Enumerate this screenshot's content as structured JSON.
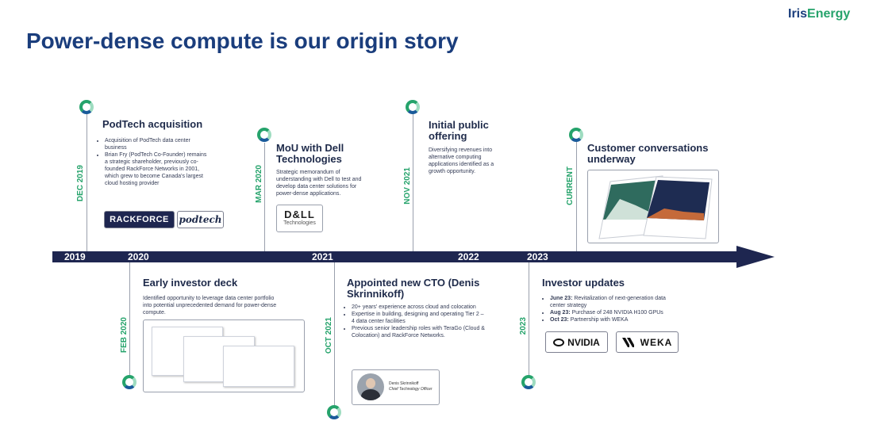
{
  "header": {
    "title": "Power-dense compute is our origin story",
    "logo_iris": "Iris",
    "logo_energy": "Energy"
  },
  "timeline": {
    "years": [
      "2019",
      "2020",
      "2021",
      "2022",
      "2023"
    ]
  },
  "events": {
    "podtech": {
      "date": "DEC 2019",
      "title": "PodTech acquisition",
      "bullets": [
        "Acquisition of PodTech data center business",
        "Brian Fry (PodTech Co-Founder) remains a strategic shareholder, previously co-founded RackForce Networks in 2001, which grew to become Canada's largest cloud hosting provider"
      ],
      "logos": [
        "RACKFORCE",
        "podtech"
      ]
    },
    "dell": {
      "date": "MAR 2020",
      "title": "MoU with Dell Technologies",
      "body": "Strategic memorandum of understanding with Dell to test and develop data center solutions for power-dense applications.",
      "logo": "D&LL",
      "logo_sub": "Technologies"
    },
    "ipo": {
      "date": "NOV 2021",
      "title": "Initial public offering",
      "body": "Diversifying revenues into alternative computing applications identified as a growth opportunity."
    },
    "customer": {
      "date": "CURRENT",
      "title": "Customer conversations underway"
    },
    "deck": {
      "date": "FEB 2020",
      "title": "Early investor deck",
      "body": "Identified opportunity to leverage data center portfolio into potential unprecedented demand for power-dense compute."
    },
    "cto": {
      "date": "OCT 2021",
      "title": "Appointed new CTO (Denis Skrinnikoff)",
      "bullets": [
        "20+ years' experience across cloud and colocation",
        "Expertise in building, designing and operating Tier 2 – 4 data center facilities",
        "Previous senior leadership roles with TeraGo (Cloud & Colocation) and RackForce Networks."
      ],
      "card_name": "Denis Skrinnikoff",
      "card_role": "Chief Technology Officer"
    },
    "investor": {
      "date": "2023",
      "title": "Investor updates",
      "items": [
        {
          "label": "June 23:",
          "text": "Revitalization of next-generation data center strategy"
        },
        {
          "label": "Aug 23:",
          "text": "Purchase of 248 NVIDIA H100 GPUs"
        },
        {
          "label": "Oct 23:",
          "text": "Partnership with WEKA"
        }
      ],
      "logos": [
        "NVIDIA",
        "WEKA"
      ]
    }
  },
  "colors": {
    "title": "#1a3d7c",
    "accent_green": "#25a36b",
    "timeline": "#1e2650"
  }
}
